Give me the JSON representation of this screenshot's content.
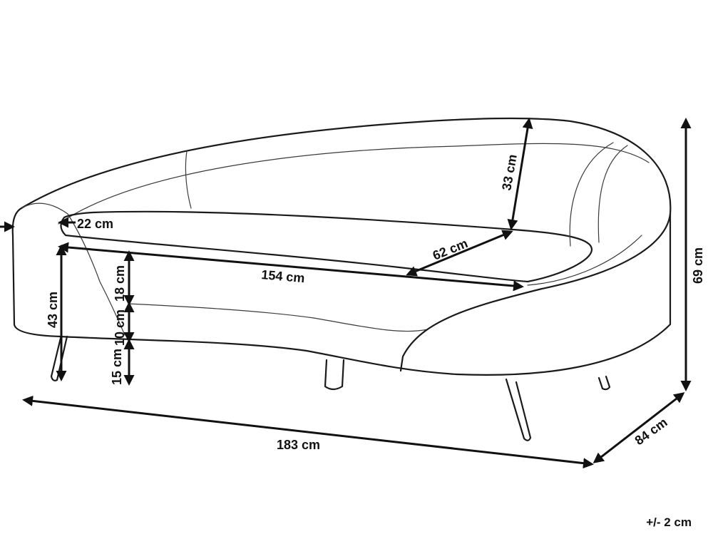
{
  "labels": {
    "seat_edge": "22 cm",
    "back_height": "33 cm",
    "seat_depth": "62 cm",
    "seat_width": "154 cm",
    "cushion_height": "18 cm",
    "frame_height": "10 cm",
    "leg_height": "15 cm",
    "seat_height": "43 cm",
    "total_height": "69 cm",
    "total_width": "183 cm",
    "total_depth": "84 cm"
  },
  "tolerance": "+/- 2 cm",
  "colors": {
    "line": "#1a1a1a",
    "background": "#ffffff"
  }
}
